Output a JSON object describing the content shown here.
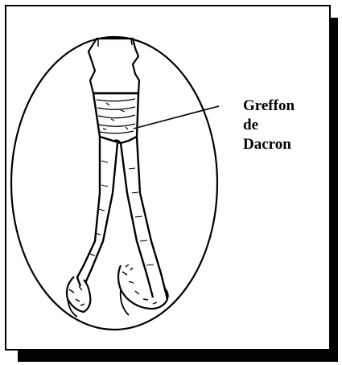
{
  "figure": {
    "label_lines": [
      "Greffon",
      "de",
      "Dacron"
    ]
  },
  "colors": {
    "ink": "#000000",
    "background": "#ffffff"
  }
}
